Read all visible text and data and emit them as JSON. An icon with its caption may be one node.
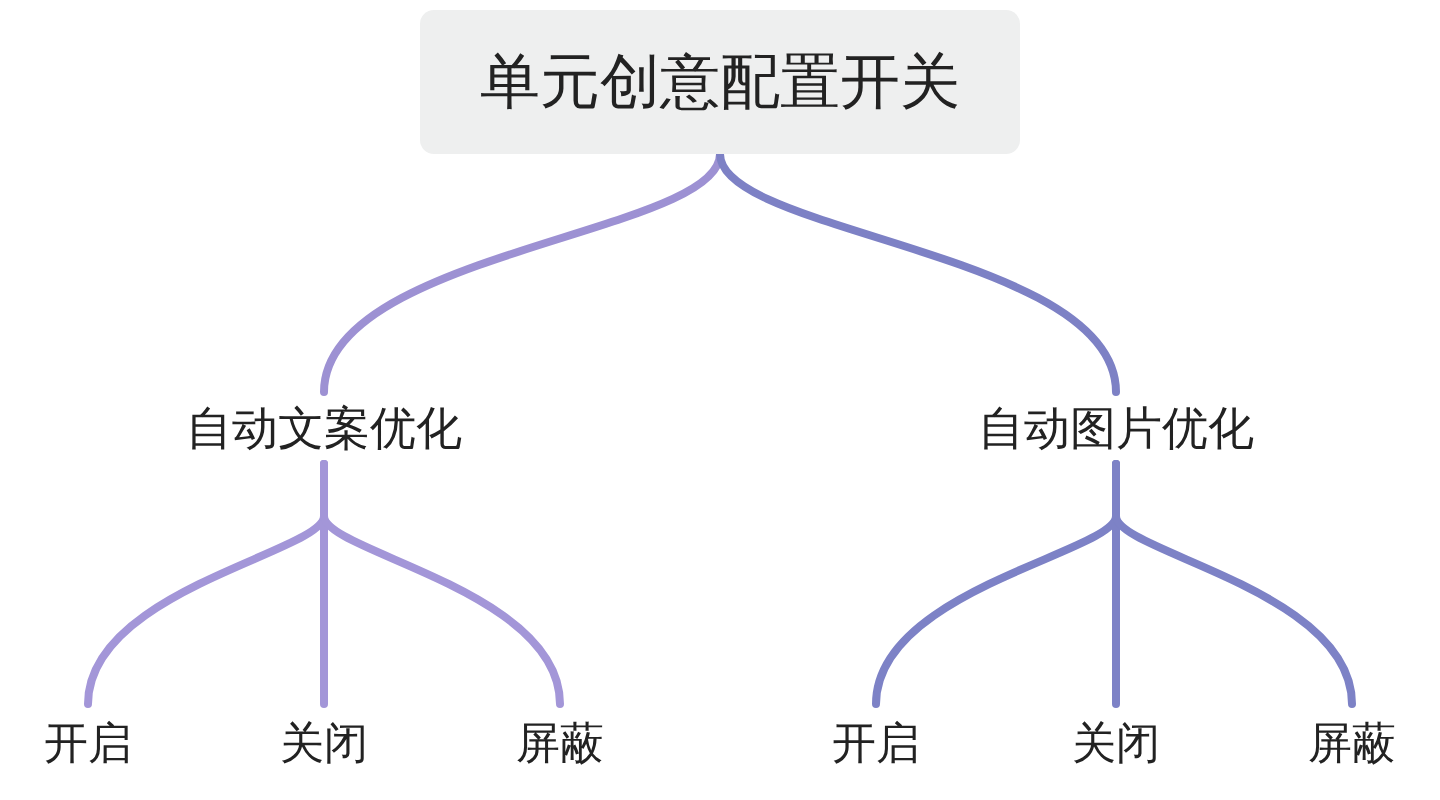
{
  "diagram": {
    "nodes": [
      {
        "text": [
          "单元创意配置开关"
        ]
      },
      {
        "text": [
          "自动文案优化"
        ]
      },
      {
        "text": [
          "自动图片优化"
        ]
      },
      {
        "text": [
          "开启"
        ]
      },
      {
        "text": [
          "关闭"
        ]
      },
      {
        "text": [
          "屏蔽"
        ]
      },
      {
        "text": [
          "开启"
        ]
      },
      {
        "text": [
          "关闭"
        ]
      },
      {
        "text": [
          "屏蔽"
        ]
      }
    ],
    "edges": [
      {
        "from": 0,
        "to": 1,
        "arrow": "none",
        "color": "#9d91d3"
      },
      {
        "from": 0,
        "to": 2,
        "arrow": "none",
        "color": "#7d81c5"
      },
      {
        "from": 1,
        "to": 3,
        "arrow": "none",
        "color": "#a396d8"
      },
      {
        "from": 1,
        "to": 4,
        "arrow": "none",
        "color": "#a396d8"
      },
      {
        "from": 1,
        "to": 5,
        "arrow": "none",
        "color": "#a396d8"
      },
      {
        "from": 2,
        "to": 6,
        "arrow": "none",
        "color": "#7d82c6"
      },
      {
        "from": 2,
        "to": 7,
        "arrow": "none",
        "color": "#7d82c6"
      },
      {
        "from": 2,
        "to": 8,
        "arrow": "none",
        "color": "#7d82c6"
      }
    ]
  }
}
